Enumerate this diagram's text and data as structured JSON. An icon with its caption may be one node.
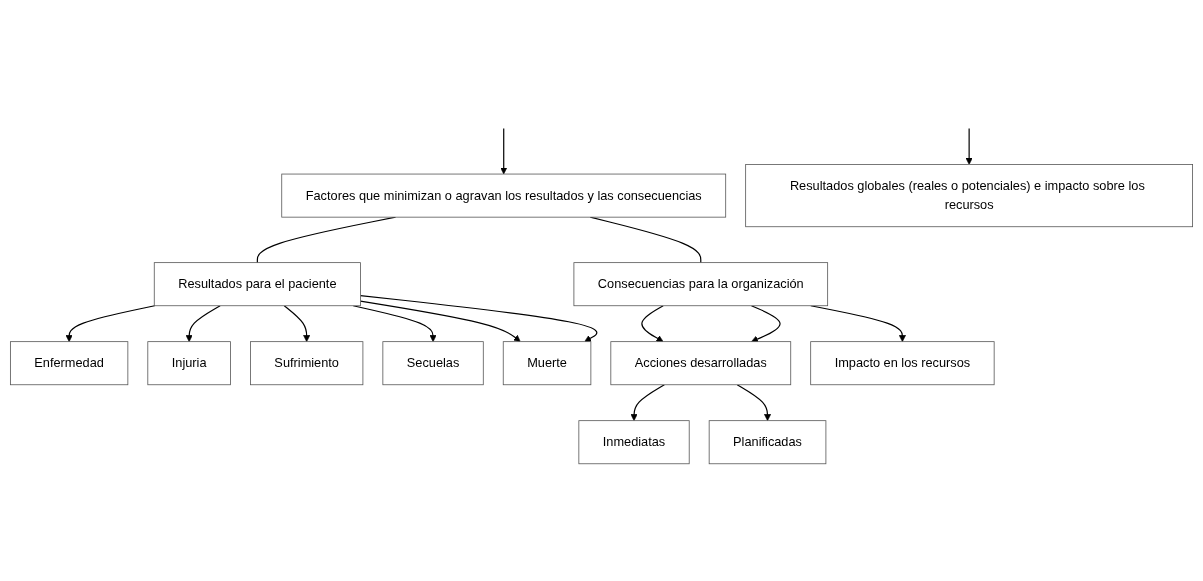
{
  "diagram": {
    "nodes": [
      {
        "text": [
          "Factores que minimizan o agravan los resultados y las consecuencias"
        ]
      },
      {
        "text": [
          "Resultados para el paciente"
        ]
      },
      {
        "text": [
          "Consecuencias para la organización"
        ]
      },
      {
        "text": [
          "Enfermedad"
        ]
      },
      {
        "text": [
          "Injuria"
        ]
      },
      {
        "text": [
          "Sufrimiento"
        ]
      },
      {
        "text": [
          "Secuelas"
        ]
      },
      {
        "text": [
          "Muerte"
        ]
      },
      {
        "text": [
          "Acciones desarrolladas"
        ]
      },
      {
        "text": [
          "Inmediatas"
        ]
      },
      {
        "text": [
          "Planificadas"
        ]
      },
      {
        "text": [
          "Impacto en los recursos"
        ]
      },
      {
        "text": [
          "Resultados globales (reales o potenciales) e impacto sobre los recursos"
        ]
      }
    ],
    "edges": [
      {
        "from": null,
        "to": 0,
        "arrow": "to"
      },
      {
        "from": 0,
        "to": 1,
        "arrow": "none"
      },
      {
        "from": 0,
        "to": 2,
        "arrow": "none"
      },
      {
        "from": 1,
        "to": 3,
        "arrow": "to"
      },
      {
        "from": 1,
        "to": 4,
        "arrow": "to"
      },
      {
        "from": 1,
        "to": 5,
        "arrow": "to"
      },
      {
        "from": 1,
        "to": 6,
        "arrow": "to"
      },
      {
        "from": 1,
        "to": 7,
        "arrow": "to"
      },
      {
        "from": 1,
        "to": 7,
        "arrow": "to"
      },
      {
        "from": 2,
        "to": 8,
        "arrow": "to"
      },
      {
        "from": 2,
        "to": 8,
        "arrow": "to"
      },
      {
        "from": 2,
        "to": 11,
        "arrow": "to"
      },
      {
        "from": 8,
        "to": 9,
        "arrow": "to"
      },
      {
        "from": 8,
        "to": 10,
        "arrow": "to"
      },
      {
        "from": null,
        "to": 12,
        "arrow": "to"
      }
    ]
  }
}
